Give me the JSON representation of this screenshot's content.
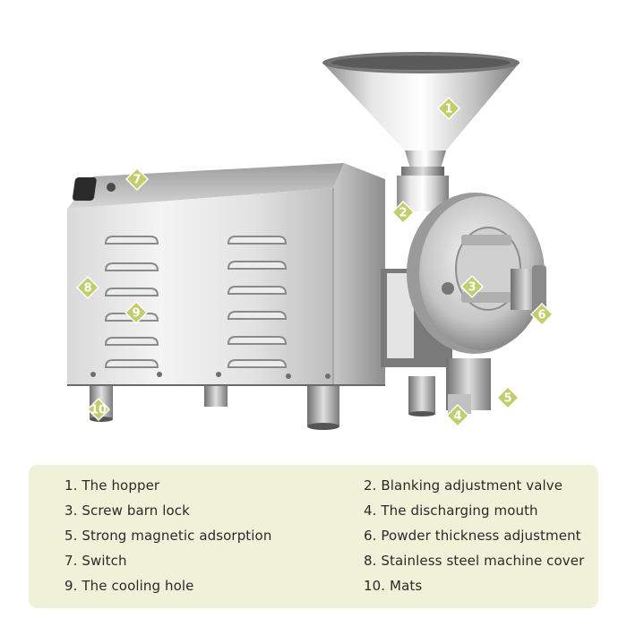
{
  "markers": [
    "1",
    "2",
    "3",
    "4",
    "5",
    "6",
    "7",
    "8",
    "9",
    "10"
  ],
  "legend": [
    "1. The hopper",
    "2. Blanking adjustment valve",
    "3. Screw barn lock",
    "4. The discharging mouth",
    "5. Strong magnetic adsorption",
    "6. Powder thickness adjustment",
    "7. Switch",
    "8. Stainless steel machine cover",
    "9. The cooling hole",
    "10. Mats"
  ],
  "colors": {
    "marker": "#c3cd6c",
    "panel": "#f0f1d9",
    "steel_light": "#eeeeee",
    "steel_dark": "#9a9a9a"
  }
}
